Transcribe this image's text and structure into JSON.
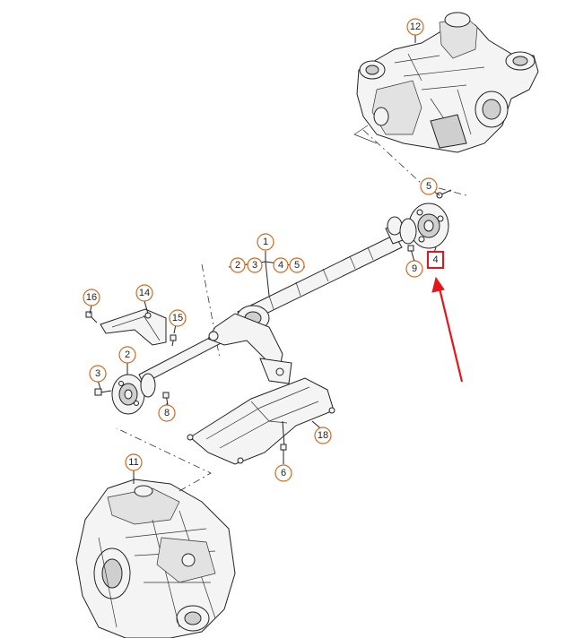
{
  "callouts": {
    "c1": "1",
    "c2a": "2",
    "c3a": "3",
    "c4a": "4",
    "c5a": "5",
    "c2": "2",
    "c3": "3",
    "c4": "4",
    "c5": "5",
    "c6": "6",
    "c8": "8",
    "c9": "9",
    "c11": "11",
    "c12": "12",
    "c14": "14",
    "c15": "15",
    "c16": "16",
    "c18": "18"
  },
  "colors": {
    "callout_ring": "#d2691e",
    "highlight": "#e8141c"
  },
  "highlighted_part": "4"
}
